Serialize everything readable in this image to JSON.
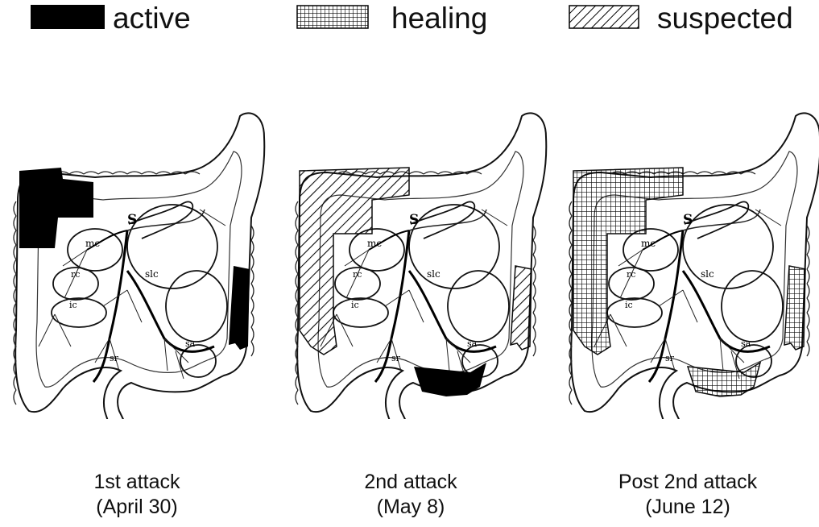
{
  "legend": {
    "items": [
      {
        "label": "active",
        "pattern": "solid",
        "color": "#000000"
      },
      {
        "label": "healing",
        "pattern": "crosshatch",
        "color": "#000000"
      },
      {
        "label": "suspected",
        "pattern": "diagonal-hatch",
        "color": "#000000"
      }
    ]
  },
  "anatomy_labels": {
    "s": "S",
    "mc": "mc",
    "rc": "rc",
    "ic": "ic",
    "slc": "slc",
    "sa": "sa",
    "sr": "sr"
  },
  "panels": [
    {
      "caption_line1": "1st attack",
      "caption_line2": "(April 30)",
      "regions": {
        "hepatic_flexure": "active",
        "descending_colon": "active"
      }
    },
    {
      "caption_line1": "2nd attack",
      "caption_line2": "(May 8)",
      "regions": {
        "ascending_transverse": "suspected",
        "descending_colon": "suspected",
        "sigmoid_junction": "active"
      }
    },
    {
      "caption_line1": "Post 2nd attack",
      "caption_line2": "(June 12)",
      "regions": {
        "ascending_transverse": "healing",
        "descending_colon": "healing",
        "sigmoid_junction": "healing"
      }
    }
  ]
}
